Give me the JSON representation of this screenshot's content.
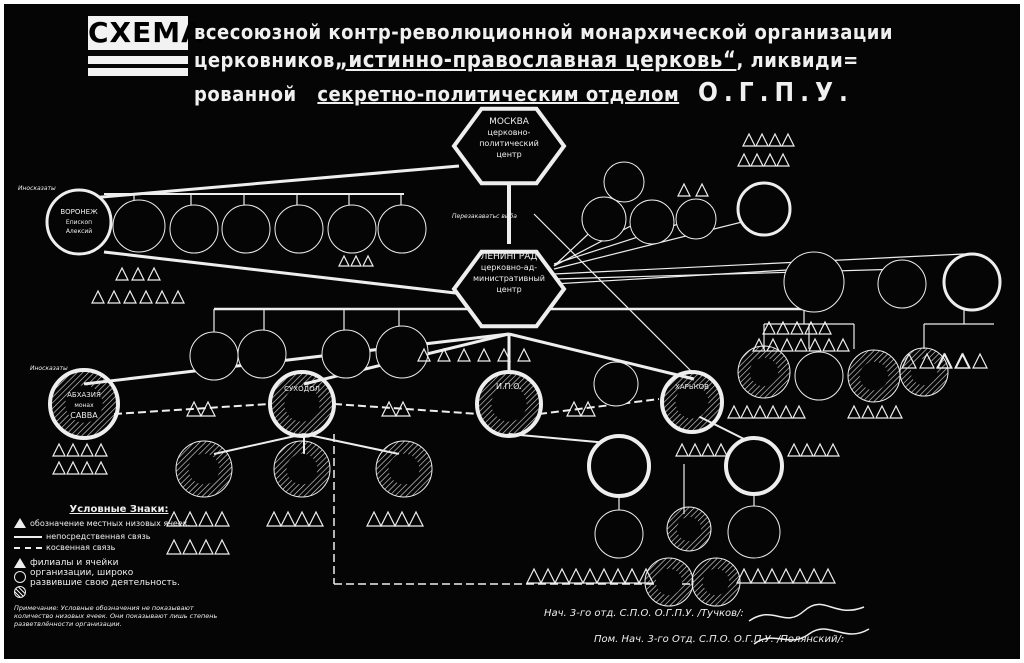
{
  "title": {
    "word": "СХЕМА",
    "line1": "всесоюзной контр-революционной монархической организации",
    "line2_prefix": "церковников",
    "line2_name": "„истинно-православная церковь“",
    "line2_suffix": ", ликвиди=",
    "line3_prefix": "рованной",
    "line3_dept": "секретно-политическим отделом",
    "line3_org": "О.Г.П.У."
  },
  "centers": {
    "moscow": [
      "МОСКВА",
      "церковно-",
      "политический",
      "центр"
    ],
    "leningrad": [
      "ЛЕНИНГРАД",
      "церковно-ад-",
      "министративный",
      "центр"
    ]
  },
  "branches": {
    "voronezh": [
      "ВОРОНЕЖ",
      "Епископ",
      "Алексий"
    ],
    "sukhodol": [
      "СУХОДОЛ"
    ],
    "ipo": [
      "И.П.О."
    ],
    "kharkov": [
      "ХАРЬКОВ"
    ],
    "abkhazia": [
      "АБХАЗИЯ",
      "монах",
      "САВВА"
    ]
  },
  "side_labels": {
    "left_upper": "Иносказаты",
    "left_lower": "Иносказаты",
    "moscow_link": "Перезакаватьс выба"
  },
  "legend": {
    "title": "Условные Знаки:",
    "items": [
      "обозначение местных низовых ячеек.",
      "непосредственная связь",
      "косвенная связь",
      "филиалы и ячейки организации, широко развившие свою деятельность."
    ],
    "note": "Примечание: Условные обозначения не показывают количество низовых ячеек. Они показывают лишь степень разветвлённости организации."
  },
  "signatures": [
    "Нач. 3-го отд. С.П.О. О.Г.П.У. /Тучков/:",
    "Пом. Нач. 3-го Отд. С.П.О. О.Г.П.У. /Полянский/:"
  ]
}
